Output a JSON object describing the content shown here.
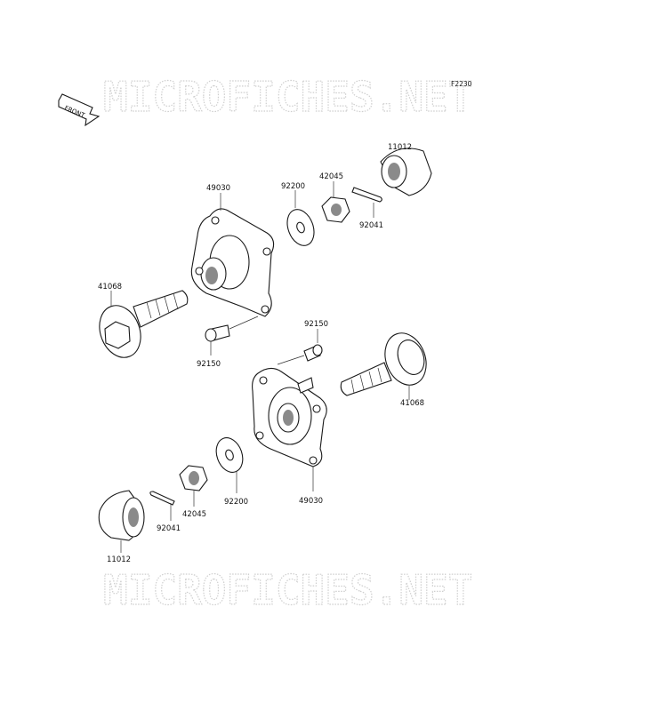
{
  "diagram": {
    "code": "F2230",
    "front_arrow_label": "FRONT",
    "watermark_top": "MICROFICHES.NET",
    "watermark_bottom": "MICROFICHES.NET",
    "labels": {
      "l11012_top": "11012",
      "l49030_top": "49030",
      "l92200_top": "92200",
      "l42045_top": "42045",
      "l92041_top": "92041",
      "l41068_left": "41068",
      "l92150_left": "92150",
      "l92150_right": "92150",
      "l41068_right": "41068",
      "l49030_bottom": "49030",
      "l92200_bottom": "92200",
      "l42045_bottom": "42045",
      "l92041_bottom": "92041",
      "l11012_bottom": "11012"
    }
  }
}
